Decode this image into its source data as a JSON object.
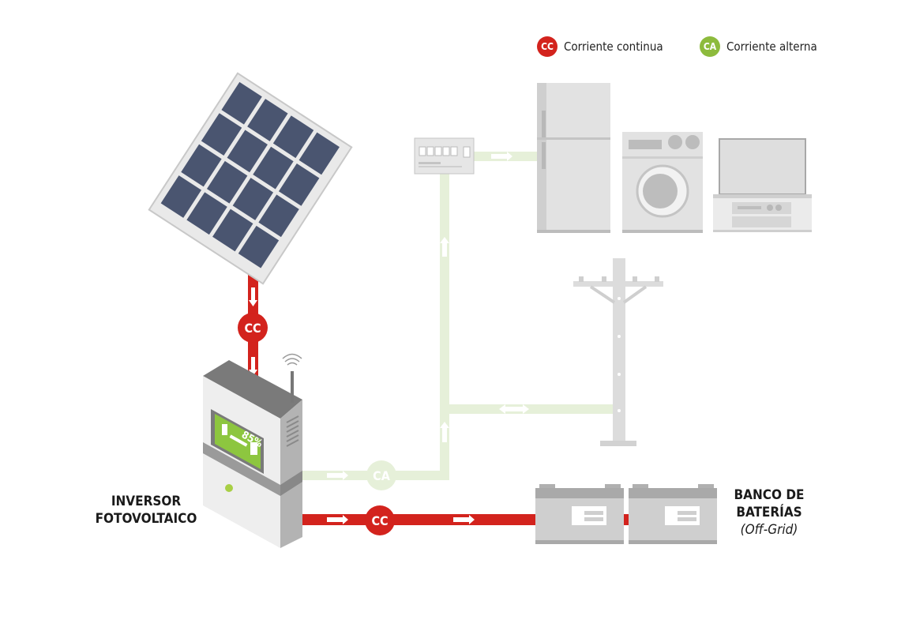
{
  "legend": {
    "dc_badge": "CC",
    "dc_label": "Corriente continua",
    "ac_badge": "CA",
    "ac_label": "Corriente alterna"
  },
  "labels": {
    "inverter_line1": "INVERSOR",
    "inverter_line2": "FOTOVOLTAICO",
    "battery_line1": "BANCO DE",
    "battery_line2": "BATERÍAS",
    "battery_sub": "(Off-Grid)",
    "inverter_screen": "85%",
    "badge_dc_panel": "CC",
    "badge_dc_battery": "CC",
    "badge_ac": "CA"
  },
  "colors": {
    "dc": "#d3231d",
    "ac_line": "#e6f0d9",
    "ac_badge": "#8dbb3d",
    "appliance": "#dcdcdc",
    "screen": "#8dc63f"
  },
  "icons": [
    "solar-panel-icon",
    "inverter-icon",
    "breaker-box-icon",
    "fridge-icon",
    "washing-machine-icon",
    "tv-icon",
    "utility-pole-icon",
    "battery-icon",
    "wifi-icon"
  ]
}
